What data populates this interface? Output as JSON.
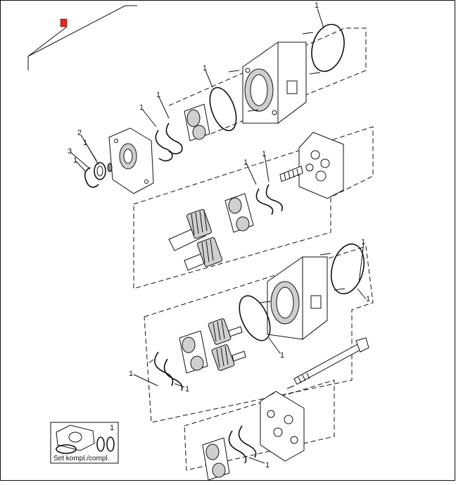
{
  "diagram": {
    "highlight_color": "#e8231f",
    "callouts": [
      "1",
      "1",
      "1",
      "1",
      "2",
      "1",
      "3",
      "1",
      "1",
      "1",
      "1",
      "1",
      "1",
      "1",
      "1",
      "1"
    ],
    "kit": {
      "qty": "1",
      "label": "Set kompl./compl."
    }
  }
}
